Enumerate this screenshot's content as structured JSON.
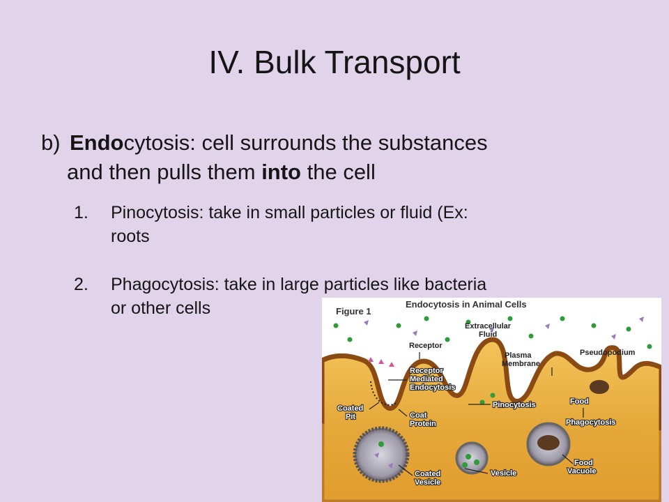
{
  "slide": {
    "title": "IV. Bulk Transport",
    "main_point": {
      "marker": "b)",
      "term_bold": "Endo",
      "term_rest": "cytosis: cell surrounds the substances",
      "line2_a": "and then pulls them ",
      "line2_bold": "into",
      "line2_b": " the cell"
    },
    "sub_points": [
      {
        "number": "1.",
        "line1": "Pinocytosis: take in small particles or fluid (Ex:",
        "line2": "roots"
      },
      {
        "number": "2.",
        "line1": "Phagocytosis: take in large particles like bacteria",
        "line2": "or other cells"
      }
    ]
  },
  "figure": {
    "label": "Figure 1",
    "heading": "Endocytosis in Animal Cells",
    "labels": {
      "extracellular_fluid_1": "Extracellular",
      "extracellular_fluid_2": "Fluid",
      "receptor": "Receptor",
      "plasma_membrane_1": "Plasma",
      "plasma_membrane_2": "Membrane",
      "pseudopodium": "Pseudopodium",
      "rme_1": "Receptor",
      "rme_2": "Mediated",
      "rme_3": "Endocytosis",
      "pinocytosis": "Pinocytosis",
      "food": "Food",
      "phagocytosis": "Phagocytosis",
      "coated_pit_1": "Coated",
      "coated_pit_2": "Pit",
      "coat_protein_1": "Coat",
      "coat_protein_2": "Protein",
      "vesicle": "Vesicle",
      "food_vacuole_1": "Food",
      "food_vacuole_2": "Vacuole",
      "coated_vesicle_1": "Coated",
      "coated_vesicle_2": "Vesicle"
    },
    "colors": {
      "cytoplasm": "#e0a02c",
      "membrane": "#a35a18",
      "particle_green": "#2f9b3a",
      "particle_purple": "#9a7ab8",
      "receptor_pink": "#d0559a",
      "food_brown": "#5b3a22"
    }
  }
}
